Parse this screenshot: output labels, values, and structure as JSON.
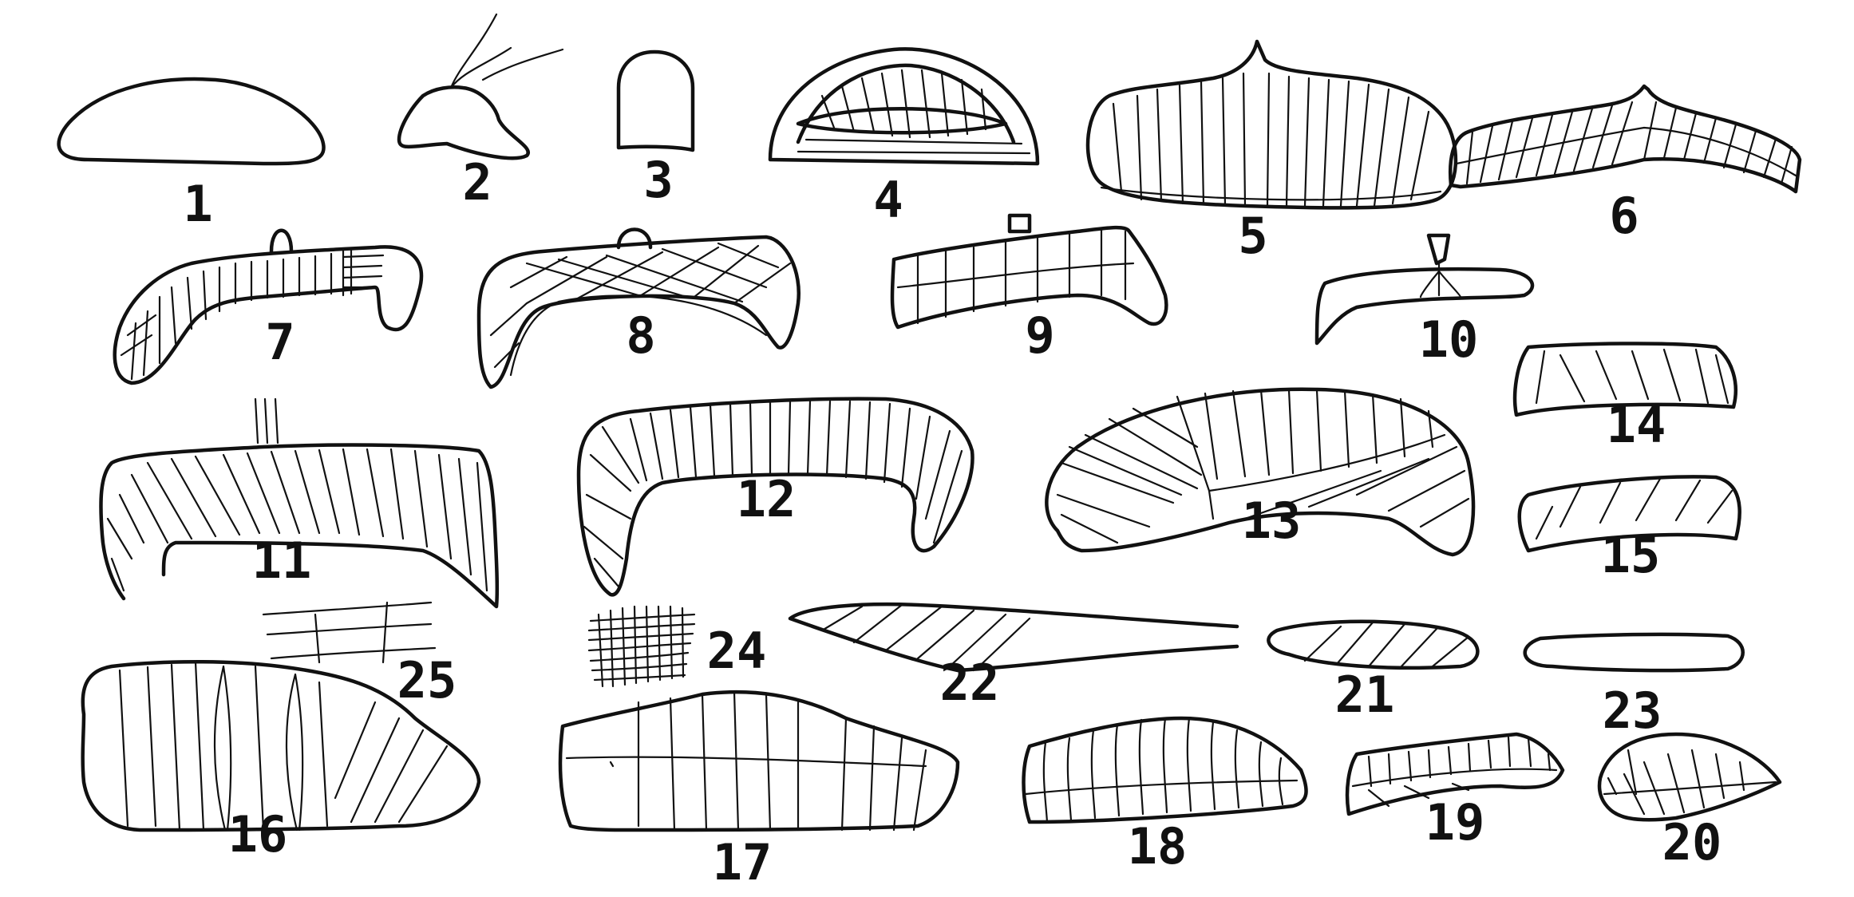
{
  "figures": [
    {
      "id": "fig-1",
      "label": "1"
    },
    {
      "id": "fig-2",
      "label": "2"
    },
    {
      "id": "fig-3",
      "label": "3"
    },
    {
      "id": "fig-4",
      "label": "4"
    },
    {
      "id": "fig-5",
      "label": "5"
    },
    {
      "id": "fig-6",
      "label": "6"
    },
    {
      "id": "fig-7",
      "label": "7"
    },
    {
      "id": "fig-8",
      "label": "8"
    },
    {
      "id": "fig-9",
      "label": "9"
    },
    {
      "id": "fig-10",
      "label": "10"
    },
    {
      "id": "fig-11",
      "label": "11"
    },
    {
      "id": "fig-12",
      "label": "12"
    },
    {
      "id": "fig-13",
      "label": "13"
    },
    {
      "id": "fig-14",
      "label": "14"
    },
    {
      "id": "fig-15",
      "label": "15"
    },
    {
      "id": "fig-16",
      "label": "16"
    },
    {
      "id": "fig-17",
      "label": "17"
    },
    {
      "id": "fig-18",
      "label": "18"
    },
    {
      "id": "fig-19",
      "label": "19"
    },
    {
      "id": "fig-20",
      "label": "20"
    },
    {
      "id": "fig-21",
      "label": "21"
    },
    {
      "id": "fig-22",
      "label": "22"
    },
    {
      "id": "fig-23",
      "label": "23"
    },
    {
      "id": "fig-24",
      "label": "24"
    },
    {
      "id": "fig-25",
      "label": "25"
    }
  ]
}
